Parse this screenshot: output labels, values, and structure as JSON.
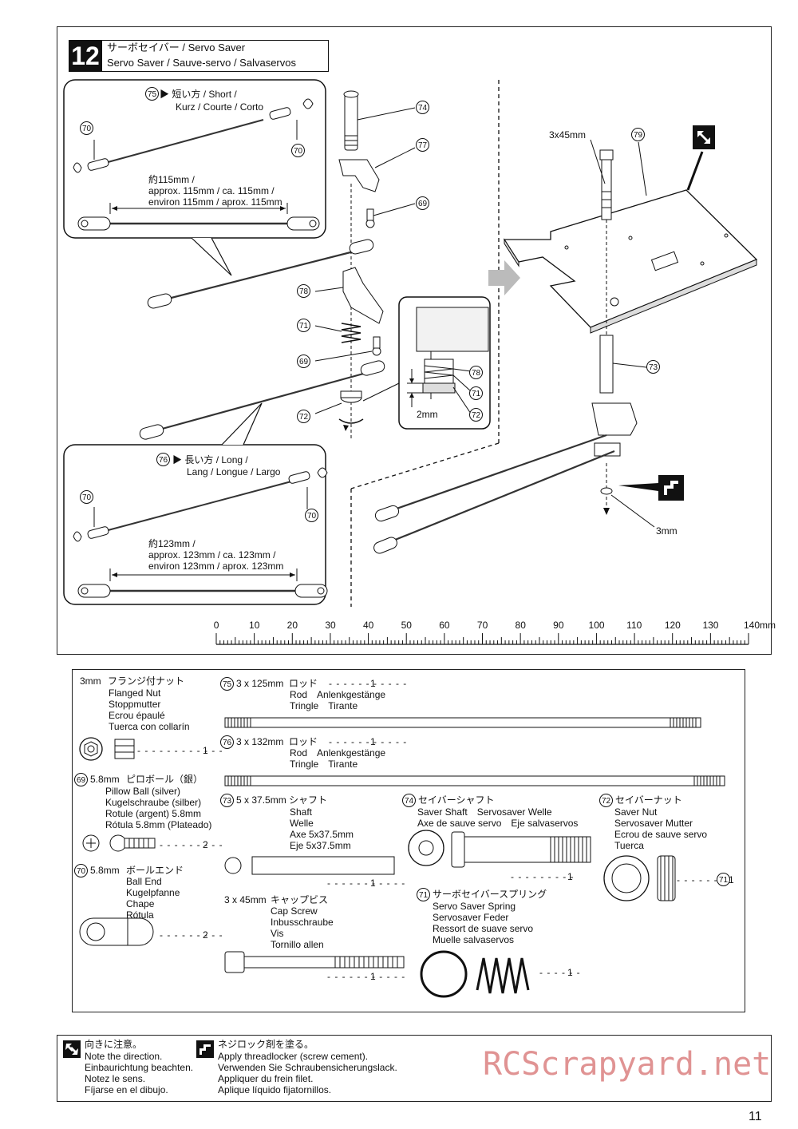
{
  "step": {
    "number": "12",
    "title_line1": "サーボセイバー / Servo Saver",
    "title_line2": "Servo Saver / Sauve-servo / Salvaservos"
  },
  "callouts": {
    "c75": "75",
    "c74": "74",
    "c77": "77",
    "c70": "70",
    "c69": "69",
    "c78": "78",
    "c71": "71",
    "c72": "72",
    "c76": "76",
    "c79": "79",
    "c73": "73"
  },
  "short_rod": {
    "label": "短い方 / Short /",
    "label2": "Kurz / Courte / Corto",
    "len1": "約115mm /",
    "len2": "approx. 115mm / ca. 115mm /",
    "len3": "environ 115mm / aprox. 115mm"
  },
  "long_rod": {
    "label": "長い方 / Long /",
    "label2": "Lang / Longue / Largo",
    "len1": "約123mm /",
    "len2": "approx. 123mm / ca. 123mm /",
    "len3": "environ 123mm / aprox. 123mm"
  },
  "detail": {
    "gap": "2mm"
  },
  "right": {
    "screw": "3x45mm",
    "nut": "3mm"
  },
  "ruler": {
    "ticks": [
      "0",
      "10",
      "20",
      "30",
      "40",
      "50",
      "60",
      "70",
      "80",
      "90",
      "100",
      "110",
      "120",
      "130",
      "140mm"
    ]
  },
  "parts": {
    "flanged_nut": {
      "size": "3mm",
      "jp": "フランジ付ナット",
      "names": [
        "Flanged Nut",
        "Stoppmutter",
        "Ecrou épaulé",
        "Tuerca con collarín"
      ],
      "qty": "1"
    },
    "pillow_ball": {
      "no": "69",
      "size": "5.8mm",
      "jp": "ピロボール（銀）",
      "names": [
        "Pillow Ball (silver)",
        "Kugelschraube (silber)",
        "Rotule (argent) 5.8mm",
        "Rótula 5.8mm (Plateado)"
      ],
      "qty": "2"
    },
    "ball_end": {
      "no": "70",
      "size": "5.8mm",
      "jp": "ボールエンド",
      "names": [
        "Ball End",
        "Kugelpfanne",
        "Chape",
        "Rótula"
      ],
      "qty": "2"
    },
    "rod125": {
      "no": "75",
      "size": "3 x 125mm",
      "jp": "ロッド",
      "names1": "Rod　Anlenkgestänge",
      "names2": "Tringle　Tirante",
      "qty": "1"
    },
    "rod132": {
      "no": "76",
      "size": "3 x 132mm",
      "jp": "ロッド",
      "names1": "Rod　Anlenkgestänge",
      "names2": "Tringle　Tirante",
      "qty": "1"
    },
    "shaft": {
      "no": "73",
      "size": "5 x 37.5mm",
      "jp": "シャフト",
      "names": [
        "Shaft",
        "Welle",
        "Axe 5x37.5mm",
        "Eje 5x37.5mm"
      ],
      "qty": "1"
    },
    "saver_shaft": {
      "no": "74",
      "jp": "セイバーシャフト",
      "names1": "Saver Shaft　Servosaver Welle",
      "names2": "Axe de sauve servo　Eje salvaservos",
      "qty": "1"
    },
    "saver_nut": {
      "no": "72",
      "jp": "セイバーナット",
      "names": [
        "Saver Nut",
        "Servosaver Mutter",
        "Ecrou de sauve servo",
        "Tuerca"
      ],
      "qty": "1"
    },
    "cap_screw": {
      "size": "3 x 45mm",
      "jp": "キャップビス",
      "names": [
        "Cap Screw",
        "Inbusschraube",
        "Vis",
        "Tornillo allen"
      ],
      "qty": "1"
    },
    "spring": {
      "no": "71",
      "jp": "サーボセイバースプリング",
      "names": [
        "Servo Saver Spring",
        "Servosaver Feder",
        "Ressort de suave servo",
        "Muelle salvaservos"
      ],
      "qty": "1"
    }
  },
  "legend": {
    "direction": [
      "向きに注意。",
      "Note the direction.",
      "Einbaurichtung beachten.",
      "Notez le sens.",
      "Fíjarse en el dibujo."
    ],
    "threadlock": [
      "ネジロック剤を塗る。",
      "Apply threadlocker (screw cement).",
      "Verwenden Sie Schraubensicherungslack.",
      "Appliquer du frein filet.",
      "Aplique líquido fijatornillos."
    ]
  },
  "watermark": "RCScrapyard.net",
  "page_number": "11"
}
